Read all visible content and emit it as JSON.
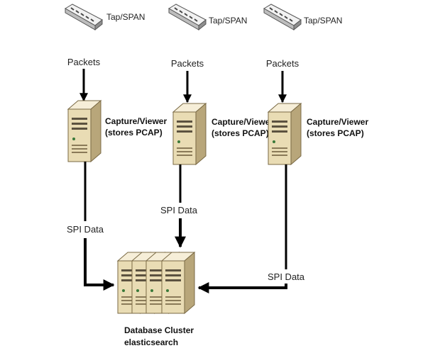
{
  "sensors": [
    {
      "tap_label": "Tap/SPAN",
      "packets_label": "Packets",
      "capture_line1": "Capture/Viewer",
      "capture_line2": "(stores PCAP)"
    },
    {
      "tap_label": "Tap/SPAN",
      "packets_label": "Packets",
      "capture_line1": "Capture/Viewer",
      "capture_line2": "(stores PCAP)",
      "spi_label": "SPI Data"
    },
    {
      "tap_label": "Tap/SPAN",
      "packets_label": "Packets",
      "capture_line1": "Capture/Viewer",
      "capture_line2": "(stores PCAP)"
    }
  ],
  "spi_left_label": "SPI Data",
  "spi_right_label": "SPI Data",
  "cluster": {
    "line1": "Database Cluster",
    "line2": "elasticsearch"
  },
  "colors": {
    "server_body": "#e9dcb4",
    "server_side": "#b8a67a",
    "server_top": "#f6eed8",
    "switch_body": "#dcdcdc",
    "arrow": "#000000"
  },
  "icons": {
    "tap": "network-switch-icon",
    "capture": "tower-server-icon",
    "cluster": "server-cluster-icon"
  }
}
